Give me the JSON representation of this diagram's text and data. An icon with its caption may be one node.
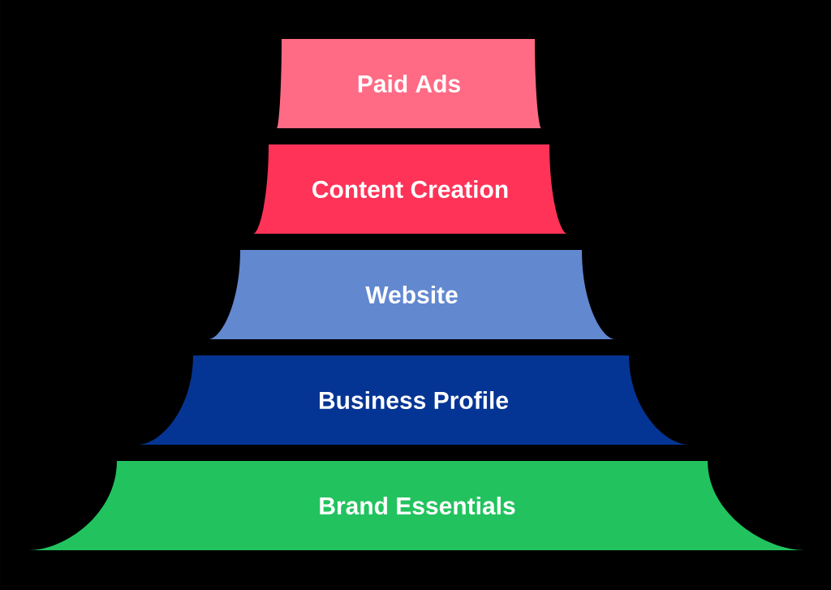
{
  "diagram": {
    "nodes": [
      {
        "text": [
          "Paid Ads"
        ]
      },
      {
        "text": [
          "Content Creation"
        ]
      },
      {
        "text": [
          "Website"
        ]
      },
      {
        "text": [
          "Business Profile"
        ]
      },
      {
        "text": [
          "Brand Essentials"
        ]
      }
    ]
  }
}
